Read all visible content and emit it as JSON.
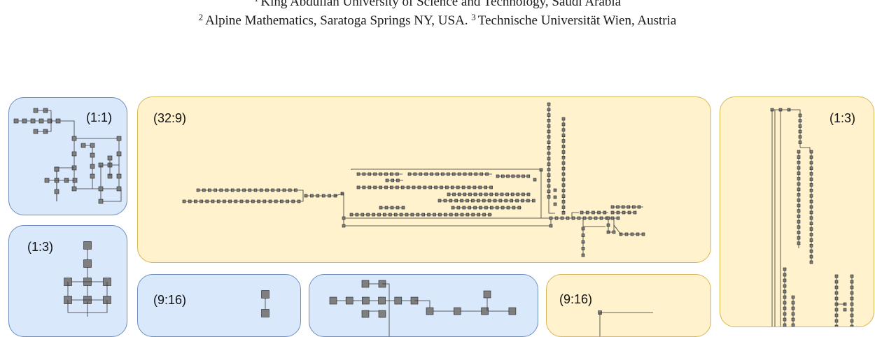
{
  "affiliations": [
    {
      "mark": "1",
      "text": "King Abdullah University of Science and Technology, Saudi Arabia"
    },
    {
      "mark": "2",
      "text": "Alpine Mathematics, Saratoga Springs NY, USA."
    },
    {
      "mark": "3",
      "text": "Technische Universität Wien, Austria"
    }
  ],
  "panels": [
    {
      "ratio": "(1:1)"
    },
    {
      "ratio": "(32:9)"
    },
    {
      "ratio": "(1:3)"
    },
    {
      "ratio": "(1:3)"
    },
    {
      "ratio": "(9:16)"
    },
    {
      "ratio": ""
    },
    {
      "ratio": "(9:16)"
    }
  ],
  "colors": {
    "blue_fill": "#dae8fc",
    "blue_stroke": "#6c8ebf",
    "yellow_fill": "#fff2cc",
    "yellow_stroke": "#d6b656",
    "node_fill": "#7f7f7f"
  }
}
